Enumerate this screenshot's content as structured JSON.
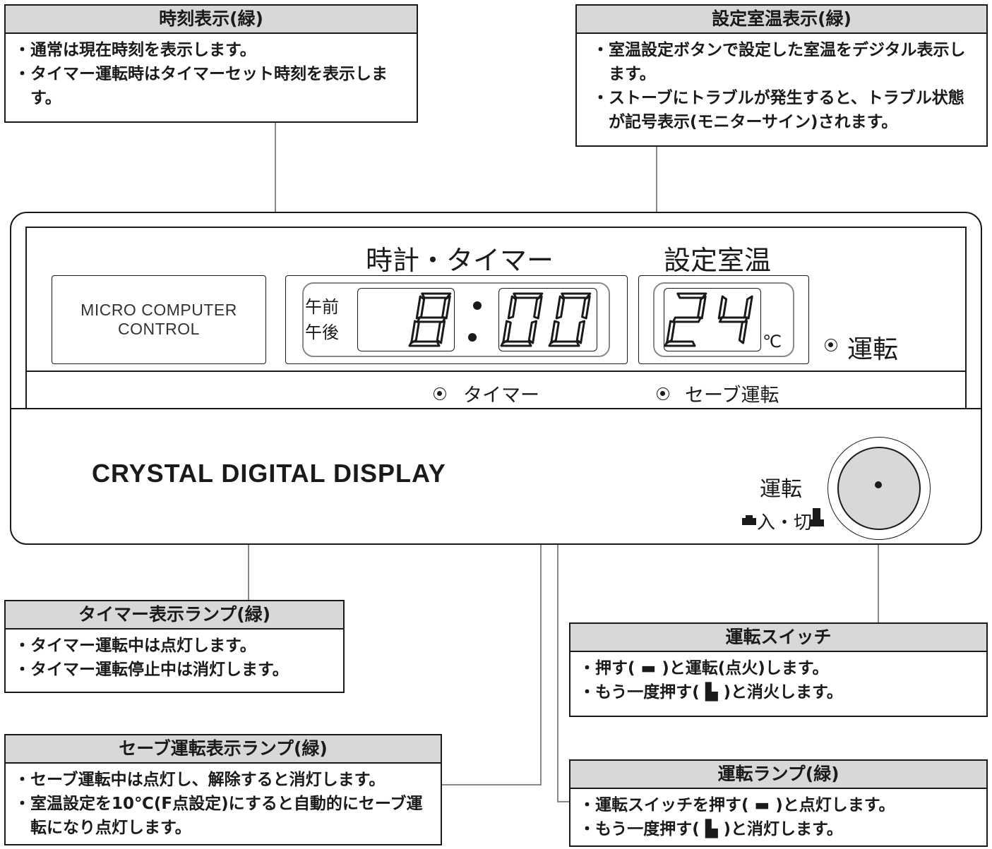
{
  "callouts": {
    "clock": {
      "title": "時刻表示(緑)",
      "items": [
        "通常は現在時刻を表示します。",
        "タイマー運転時はタイマーセット時刻を表示します。"
      ]
    },
    "temp": {
      "title": "設定室温表示(緑)",
      "items": [
        "室温設定ボタンで設定した室温をデジタル表示します。",
        "ストーブにトラブルが発生すると、トラブル状態が記号表示(モニターサイン)されます。"
      ]
    },
    "timer_lamp": {
      "title": "タイマー表示ランプ(緑)",
      "items": [
        "タイマー運転中は点灯します。",
        "タイマー運転停止中は消灯します。"
      ]
    },
    "save_lamp": {
      "title": "セーブ運転表示ランプ(緑)",
      "items": [
        "セーブ運転中は点灯し、解除すると消灯します。",
        "室温設定を10℃(F点設定)にすると自動的にセーブ運転になり点灯します。"
      ]
    },
    "switch": {
      "title": "運転スイッチ",
      "items": [
        "押す( ▬ )と運転(点火)します。",
        "もう一度押す( ▙ )と消火します。"
      ]
    },
    "run_lamp": {
      "title": "運転ランプ(緑)",
      "items": [
        "運転スイッチを押す( ▬ )と点灯します。",
        "もう一度押す( ▙ )と消灯します。"
      ]
    }
  },
  "panel": {
    "clock_label": "時計・タイマー",
    "temp_label": "設定室温",
    "micro_line1": "MICRO COMPUTER",
    "micro_line2": "CONTROL",
    "am": "午前",
    "pm": "午後",
    "hour": "8",
    "minutes": "00",
    "temp_value": "24",
    "temp_unit": "℃",
    "run_lamp_label": "運転",
    "timer_lamp_label": "タイマー",
    "save_lamp_label": "セーブ運転",
    "brand": "CRYSTAL DIGITAL DISPLAY",
    "switch_label": "運転",
    "switch_onoff": "入・切"
  },
  "colors": {
    "line": "#1a1a1a",
    "leader": "#888888",
    "header": "#d8d8d8"
  }
}
